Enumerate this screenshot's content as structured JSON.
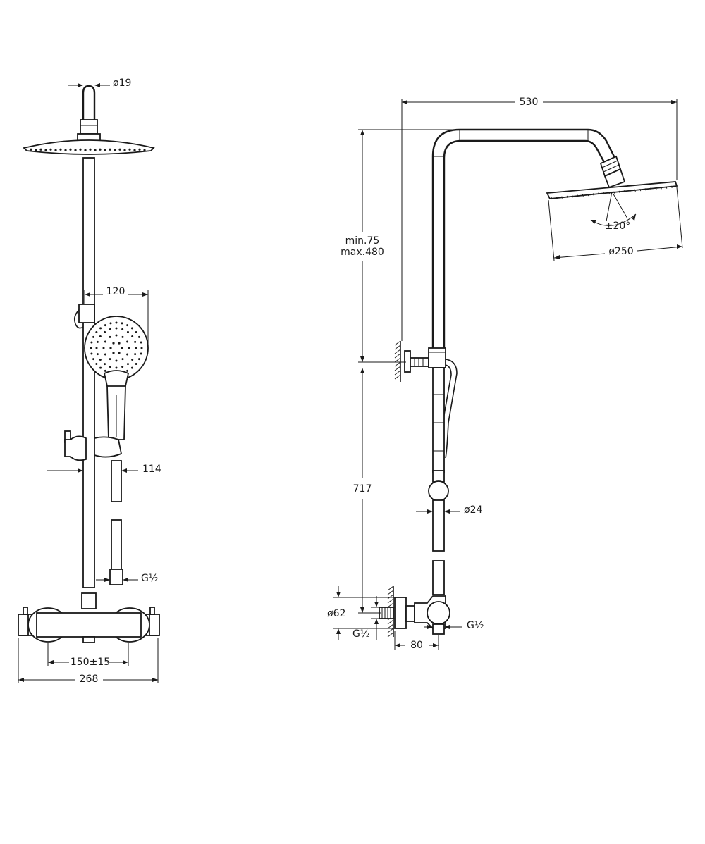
{
  "front_view": {
    "pipe_diameter": "ø19",
    "handshower_width": "120",
    "bar_offset": "114",
    "inlet_thread": "G½",
    "inlet_spacing": "150±15",
    "mixer_width": "268"
  },
  "side_view": {
    "arm_length": "530",
    "adjust_min": "min.75",
    "adjust_max": "max.480",
    "tilt_angle": "±20°",
    "head_diameter": "ø250",
    "riser_height": "717",
    "riser_diameter": "ø24",
    "rosette_diameter": "ø62",
    "thread_left": "G½",
    "thread_right": "G½",
    "wall_offset": "80"
  }
}
